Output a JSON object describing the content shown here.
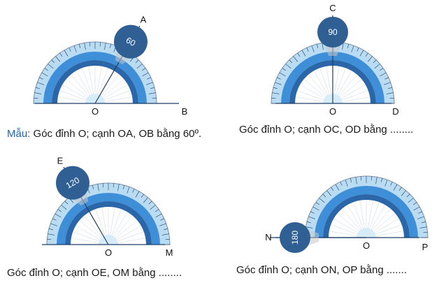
{
  "captions": {
    "a_lead": "Mẫu:",
    "a_text": "Góc đỉnh O; cạnh OA, OB bằng 60º.",
    "b": "Góc đỉnh O; cạnh OC, OD bằng ........",
    "c": "Góc đỉnh O; cạnh OE, OM bằng ........",
    "d": "Góc đỉnh O; cạnh ON, OP bằng ......."
  },
  "protractors": [
    {
      "id": "a",
      "center_label": "O",
      "base_label": "B",
      "arm_label": "A",
      "angle_deg": 60,
      "magnifier_value": "60"
    },
    {
      "id": "b",
      "center_label": "O",
      "base_label": "D",
      "arm_label": "C",
      "angle_deg": 90,
      "magnifier_value": "90"
    },
    {
      "id": "c",
      "center_label": "O",
      "base_label": "M",
      "arm_label": "E",
      "angle_deg": 120,
      "magnifier_value": "120"
    },
    {
      "id": "d",
      "center_label": "O",
      "base_label": "P",
      "arm_label": "N",
      "angle_deg": 180,
      "magnifier_value": "180"
    }
  ],
  "colors": {
    "outer_band": "#b9dcf3",
    "mid_band": "#3f8fd8",
    "inner_band": "#2a66a8",
    "magnifier": "#2f5f93",
    "line": "#1f3f66",
    "lead_text": "#1f64b4"
  }
}
